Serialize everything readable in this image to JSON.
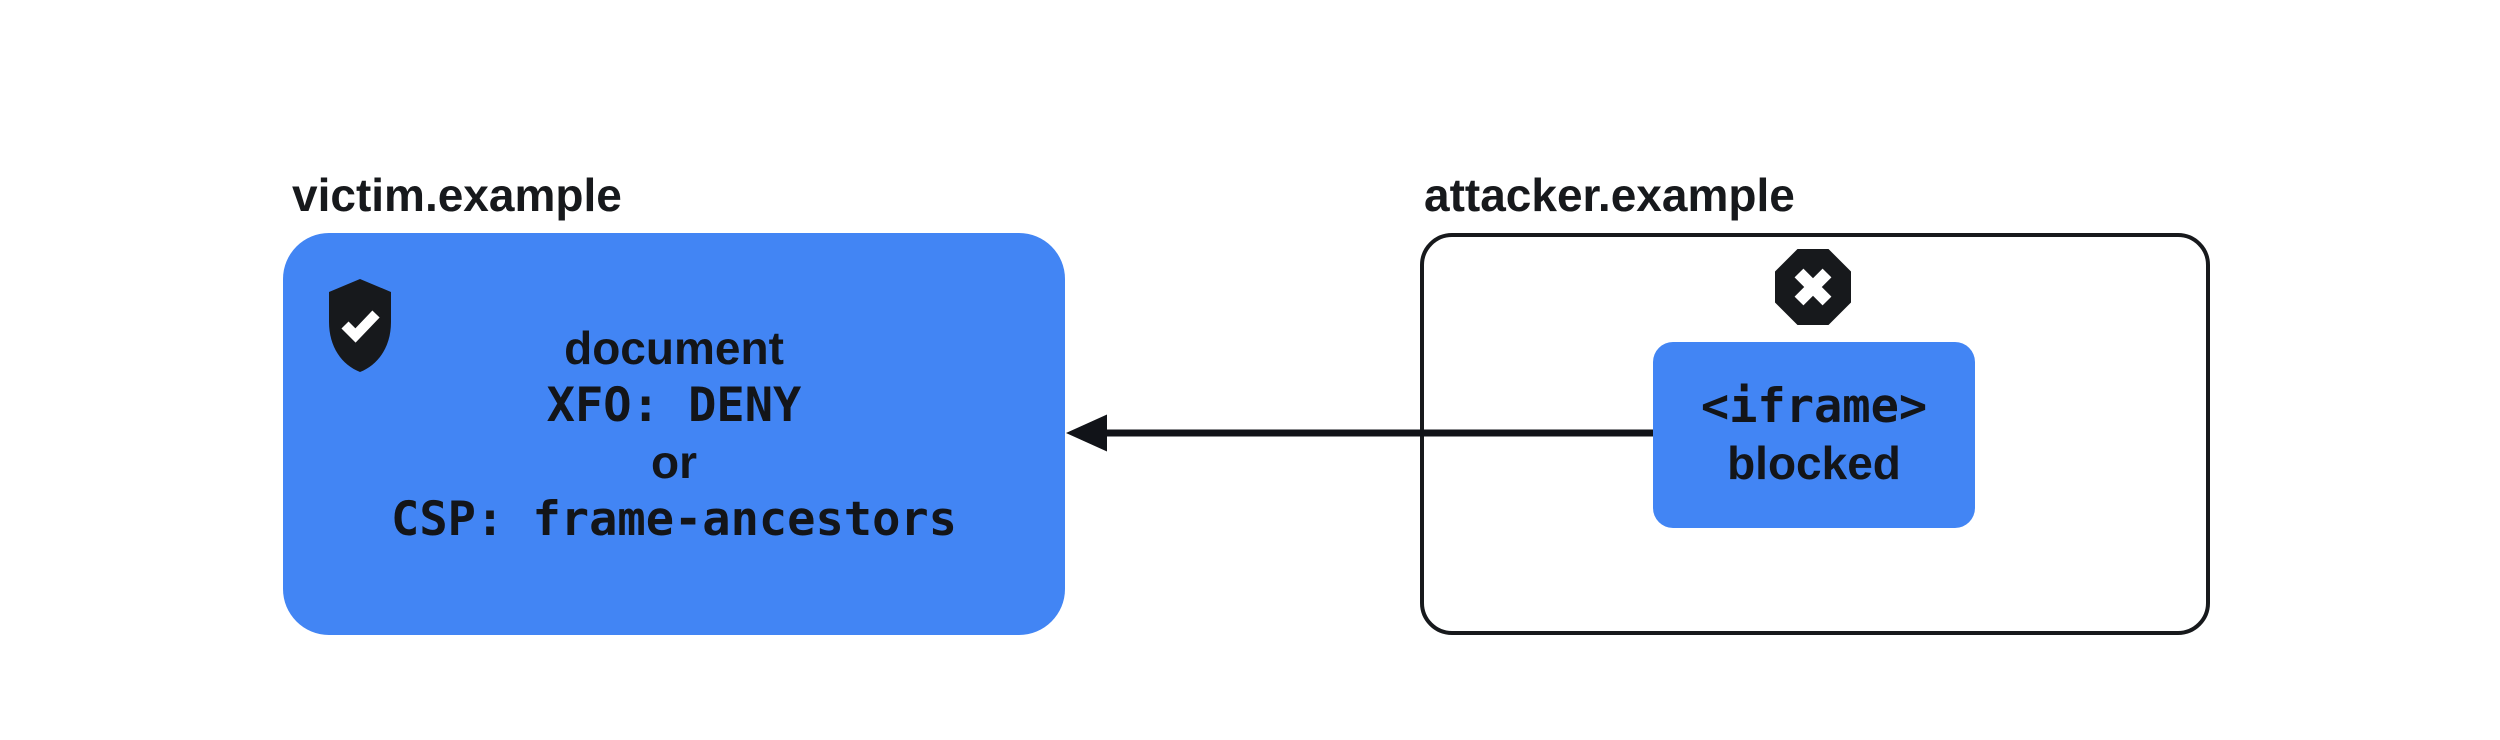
{
  "colors": {
    "accent_blue": "#4285F4",
    "ink_black": "#17191C",
    "icon_check_white": "#FFFFFF"
  },
  "victim": {
    "label": "victim.example",
    "shield_icon": "shield-check-icon",
    "lines": [
      {
        "text": "document"
      },
      {
        "text": "XFO: DENY"
      },
      {
        "text": "or"
      },
      {
        "text": "CSP: frame-ancestors"
      }
    ]
  },
  "attacker": {
    "label": "attacker.example",
    "blocked_icon": "octagon-x-icon",
    "iframe": {
      "line1": "<iframe>",
      "line2": "blocked"
    }
  },
  "arrow": {
    "direction": "right-to-left",
    "from": "attacker iframe",
    "to": "victim document"
  }
}
